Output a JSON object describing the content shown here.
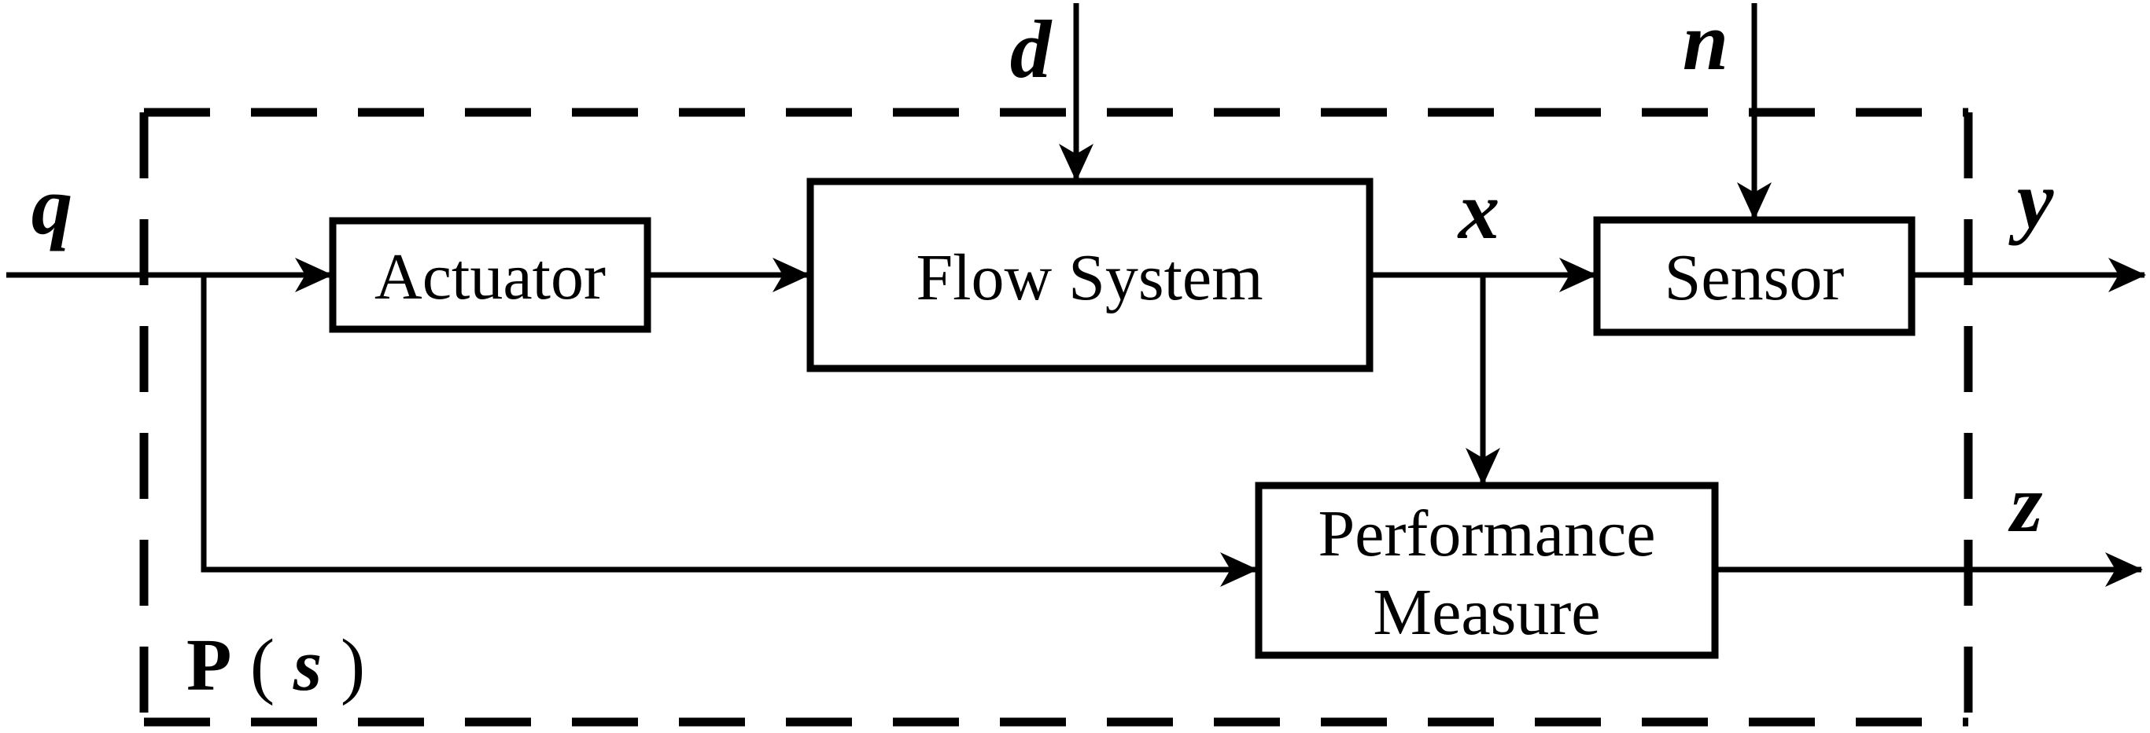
{
  "figure": {
    "kind": "control-system-block-diagram",
    "ink_color": "#000000",
    "background_color": "#ffffff"
  },
  "plant": {
    "name": "P",
    "paren_open": "(",
    "argument": "s",
    "paren_close": ")"
  },
  "blocks": {
    "actuator": {
      "label": "Actuator"
    },
    "flow_system": {
      "label": "Flow System"
    },
    "sensor": {
      "label": "Sensor"
    },
    "performance_measure": {
      "line1": "Performance",
      "line2": "Measure"
    }
  },
  "signals": {
    "input": "q",
    "disturbance": "d",
    "noise": "n",
    "state": "x",
    "measurement": "y",
    "performance": "z"
  }
}
